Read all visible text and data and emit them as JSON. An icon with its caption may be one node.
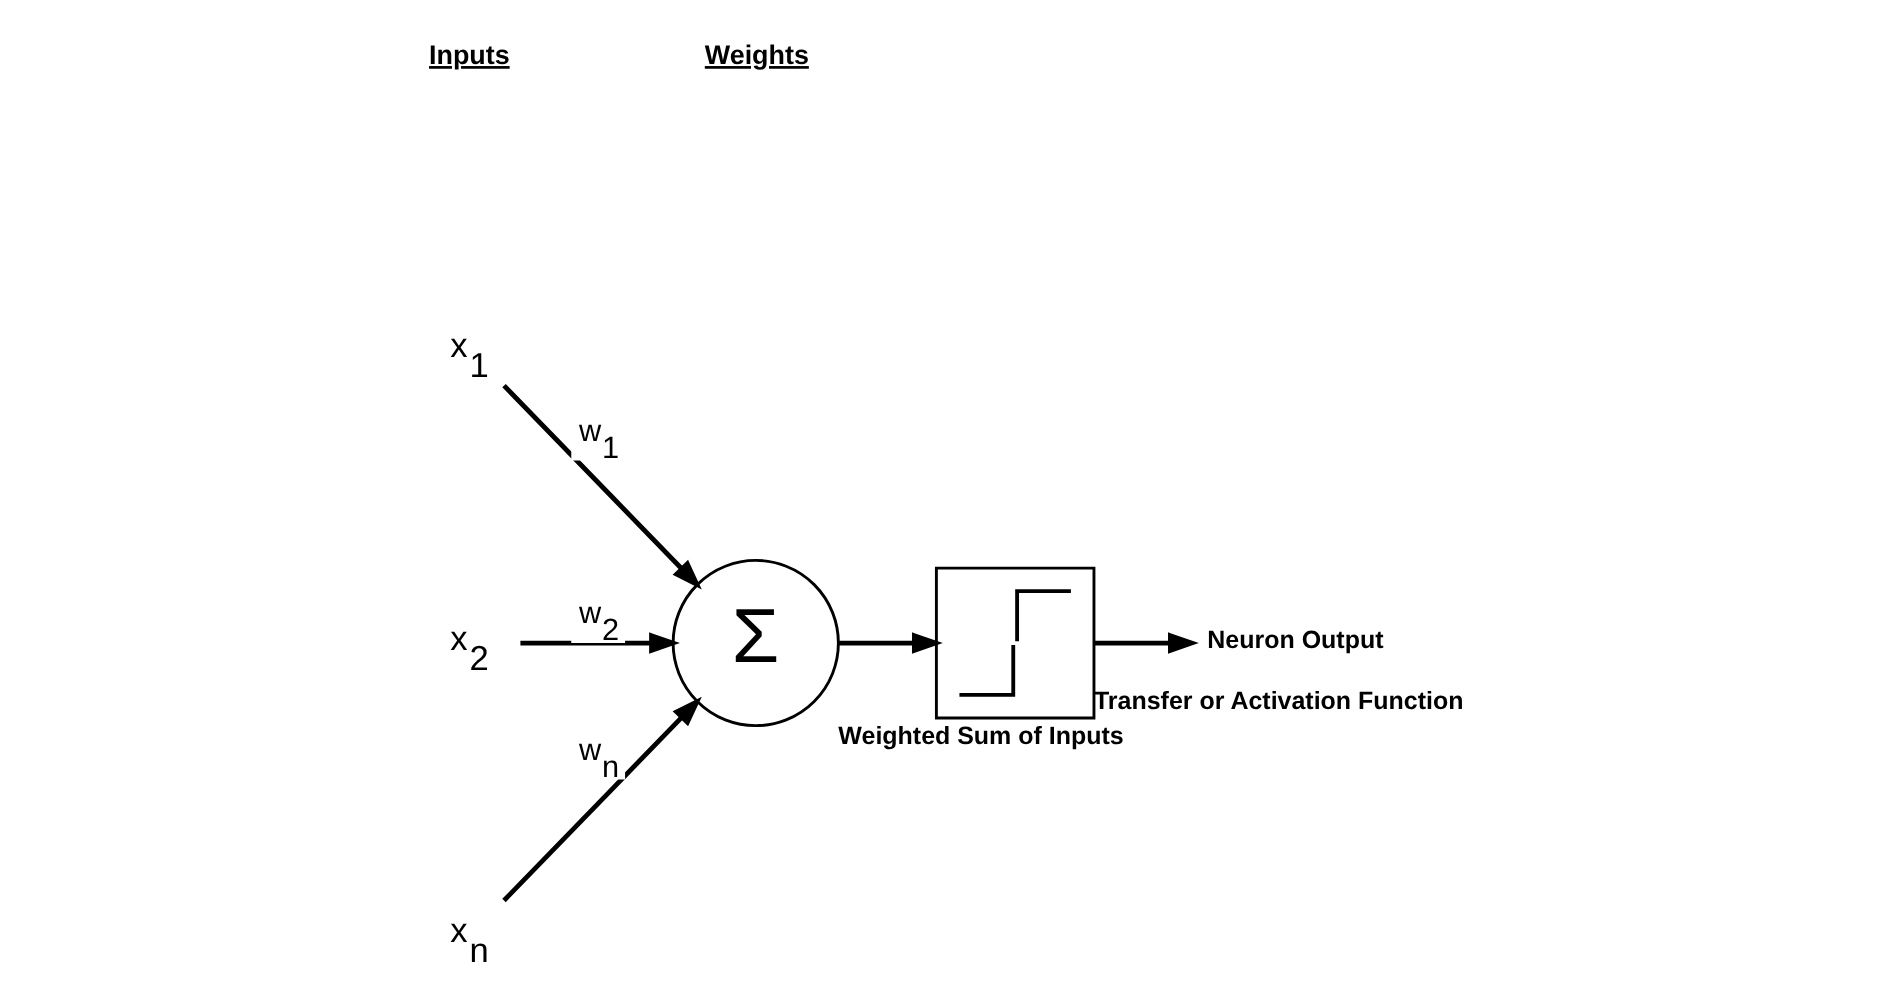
{
  "diagram": {
    "nodes": [
      {
        "text": [
          "x$_{1}$"
        ]
      },
      {
        "text": [
          "x$_{2}$"
        ]
      },
      {
        "text": [
          "x$_{n}$"
        ]
      },
      {
        "text": [
          "Σ"
        ],
        "beside": [
          "Weighted Sum of Inputs"
        ]
      },
      {
        "text": [],
        "shape": "box",
        "beside": [
          "Transfer or Activation Function"
        ]
      },
      {
        "text": [
          "Neuron Output"
        ]
      }
    ],
    "edges": [
      {
        "from": 0,
        "to": 3,
        "arrow": "to",
        "label": "w$_{1}$"
      },
      {
        "from": 1,
        "to": 3,
        "arrow": "to",
        "label": "w$_{2}$"
      },
      {
        "from": 2,
        "to": 3,
        "arrow": "to",
        "label": "w$_{n}$"
      },
      {
        "from": 3,
        "to": 4,
        "arrow": "to"
      },
      {
        "from": 4,
        "to": 5,
        "arrow": "to"
      }
    ],
    "labels": [
      "Inputs",
      "Weights"
    ]
  }
}
